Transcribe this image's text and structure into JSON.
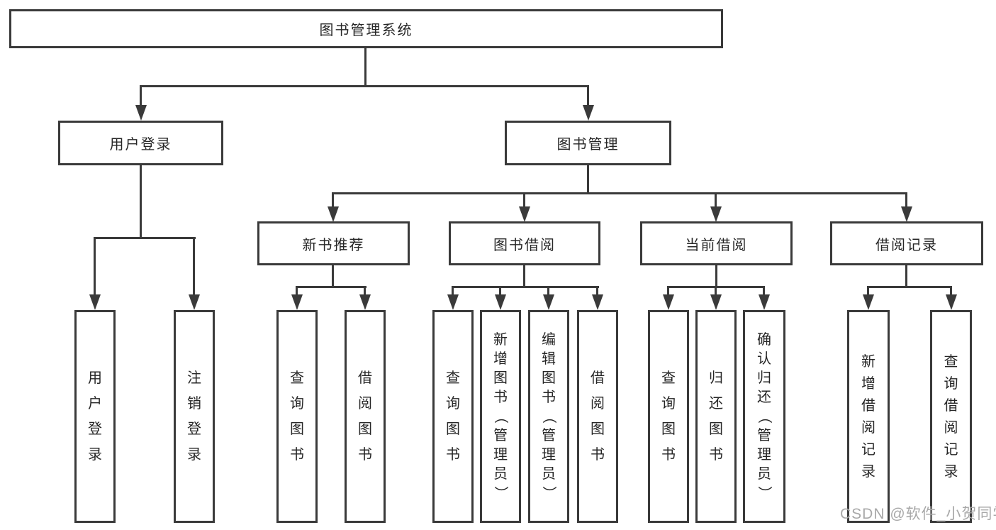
{
  "nodes": {
    "root": "图书管理系统",
    "user_login": "用户登录",
    "book_mgmt": "图书管理",
    "new_book": "新书推荐",
    "book_borrow": "图书借阅",
    "current_borrow": "当前借阅",
    "borrow_record": "借阅记录"
  },
  "leaves": {
    "user_login": [
      "用户登录",
      "注销登录"
    ],
    "new_book": [
      "查询图书",
      "借阅图书"
    ],
    "book_borrow": [
      "查询图书",
      "新增图书（管理员）",
      "编辑图书（管理员）",
      "借阅图书"
    ],
    "current_borrow": [
      "查询图书",
      "归还图书",
      "确认归还（管理员）"
    ],
    "borrow_record": [
      "新增借阅记录",
      "查询借阅记录"
    ]
  },
  "watermark": "CSDN @软件_小贺同学",
  "colors": {
    "line": "#3a3a3a",
    "text": "#262626",
    "watermark": "#a8a8a8",
    "background": "#ffffff"
  }
}
